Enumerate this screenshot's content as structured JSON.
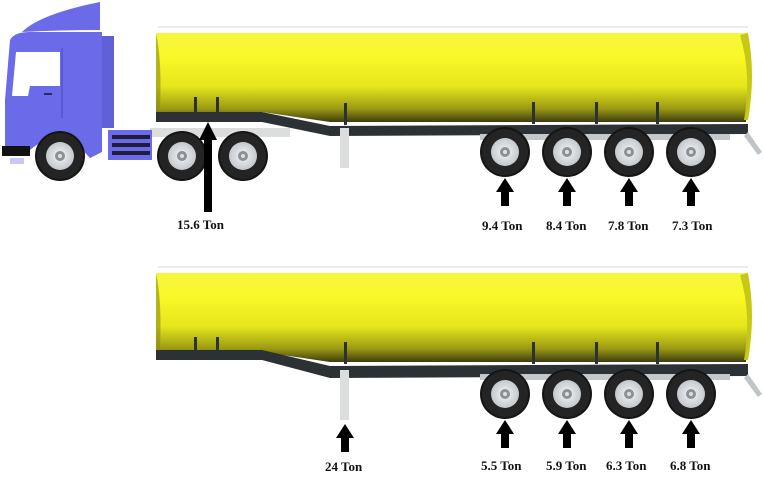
{
  "diagram": {
    "description": "Axle load distribution of a tanker semi-trailer: coupled to tractor vs. parked on landing gear",
    "colors": {
      "tank": "#f2f21e",
      "tank_shadow": "#3a3a10",
      "chassis": "#2b3135",
      "cab": "#6b6bea",
      "tire": "#1a1a1a",
      "rim": "#d8dadc",
      "arrow": "#000000"
    },
    "top_configuration": {
      "name": "tractor-coupled",
      "loads": [
        {
          "id": "kingpin",
          "label": "15.6 Ton",
          "value": 15.6
        },
        {
          "id": "axle-1",
          "label": "9.4 Ton",
          "value": 9.4
        },
        {
          "id": "axle-2",
          "label": "8.4 Ton",
          "value": 8.4
        },
        {
          "id": "axle-3",
          "label": "7.8 Ton",
          "value": 7.8
        },
        {
          "id": "axle-4",
          "label": "7.3 Ton",
          "value": 7.3
        }
      ]
    },
    "bottom_configuration": {
      "name": "parked-on-landing-gear",
      "loads": [
        {
          "id": "landing-gear",
          "label": "24 Ton",
          "value": 24
        },
        {
          "id": "axle-1",
          "label": "5.5 Ton",
          "value": 5.5
        },
        {
          "id": "axle-2",
          "label": "5.9 Ton",
          "value": 5.9
        },
        {
          "id": "axle-3",
          "label": "6.3 Ton",
          "value": 6.3
        },
        {
          "id": "axle-4",
          "label": "6.8 Ton",
          "value": 6.8
        }
      ]
    }
  }
}
